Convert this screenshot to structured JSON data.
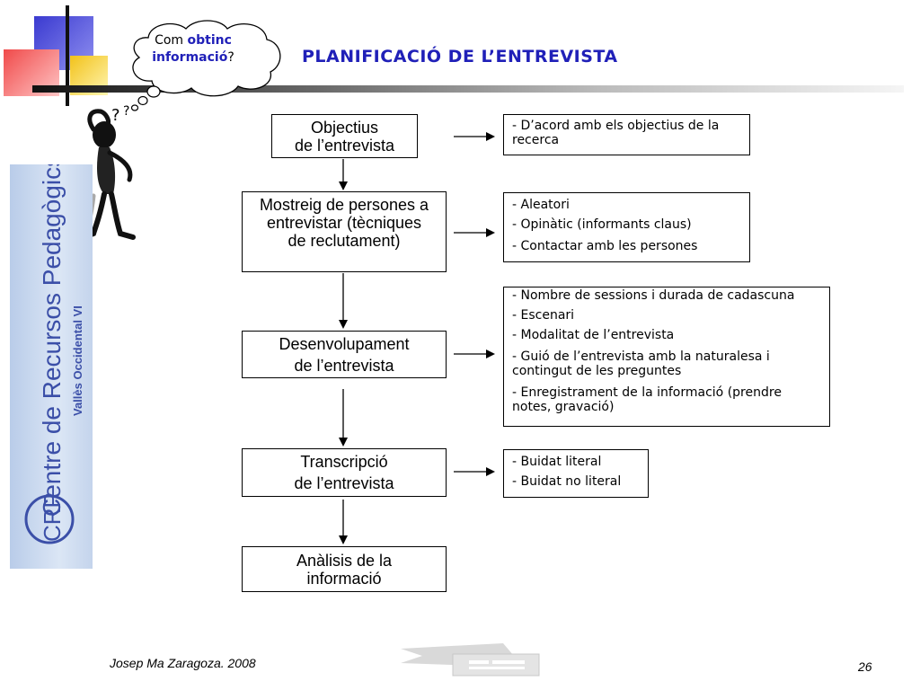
{
  "slide": {
    "title": "PLANIFICACIÓ DE L’ENTREVISTA",
    "cloud": {
      "prefix": "Com ",
      "highlight1": "obtinc",
      "highlight2": "informació",
      "suffix": "?"
    },
    "sidebar_logo": {
      "main": "Centre de Recursos Pedagògics",
      "sub": "Vallès Occidental VI",
      "abbr": "CRP"
    },
    "author": "Josep Ma Zaragoza. 2008",
    "page_number": "26"
  },
  "flow": {
    "steps": [
      {
        "line1": "Objectius",
        "line2": "de l’entrevista"
      },
      {
        "line1": "Mostreig de persones a",
        "line2": "entrevistar (tècniques",
        "line3": "de reclutament)"
      },
      {
        "line1": "Desenvolupament",
        "line2": "de l’entrevista"
      },
      {
        "line1": "Transcripció",
        "line2": "de l’entrevista"
      },
      {
        "line1": "Anàlisis de la",
        "line2": "informació"
      }
    ],
    "details": [
      {
        "items": [
          "- D’acord amb els objectius de la recerca"
        ]
      },
      {
        "items": [
          "- Aleatori",
          "- Opinàtic (informants claus)",
          "- Contactar amb les persones"
        ]
      },
      {
        "items": [
          "- Nombre de sessions i durada de cadascuna",
          "- Escenari",
          "- Modalitat de l’entrevista",
          "- Guió de l’entrevista amb la naturalesa i contingut de les preguntes",
          "- Enregistrament de la informació (prendre notes, gravació)"
        ]
      },
      {
        "items": [
          "- Buidat literal",
          "- Buidat no literal"
        ]
      }
    ]
  },
  "colors": {
    "title": "#2020b8",
    "banner": "#c4d4ec",
    "banner_text": "#3b4fa8"
  }
}
